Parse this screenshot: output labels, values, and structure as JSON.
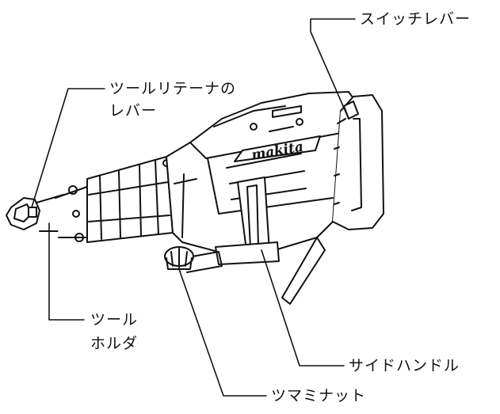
{
  "labels": {
    "switch_lever": "スイッチレバー",
    "tool_retainer_lever_1": "ツールリテーナの",
    "tool_retainer_lever_2": "レバー",
    "tool_holder_1": "ツール",
    "tool_holder_2": "ホルダ",
    "side_handle": "サイドハンドル",
    "knob_nut": "ツマミナット"
  },
  "brand": "makita"
}
